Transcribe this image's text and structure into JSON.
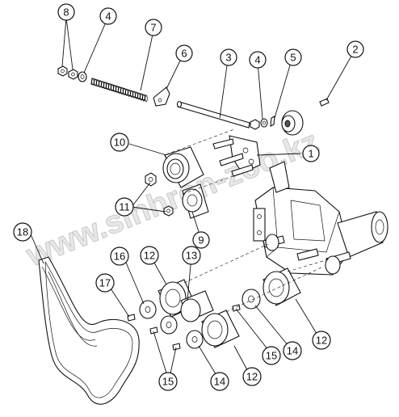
{
  "watermark": "www.sinhron-zoo.kz",
  "callouts": [
    {
      "id": "c8",
      "label": "8"
    },
    {
      "id": "c4a",
      "label": "4"
    },
    {
      "id": "c7",
      "label": "7"
    },
    {
      "id": "c6",
      "label": "6"
    },
    {
      "id": "c3",
      "label": "3"
    },
    {
      "id": "c4b",
      "label": "4"
    },
    {
      "id": "c5",
      "label": "5"
    },
    {
      "id": "c2",
      "label": "2"
    },
    {
      "id": "c10",
      "label": "10"
    },
    {
      "id": "c1",
      "label": "1"
    },
    {
      "id": "c11",
      "label": "11"
    },
    {
      "id": "c9",
      "label": "9"
    },
    {
      "id": "c18",
      "label": "18"
    },
    {
      "id": "c16",
      "label": "16"
    },
    {
      "id": "c12a",
      "label": "12"
    },
    {
      "id": "c13",
      "label": "13"
    },
    {
      "id": "c17",
      "label": "17"
    },
    {
      "id": "c12b",
      "label": "12"
    },
    {
      "id": "c14a",
      "label": "14"
    },
    {
      "id": "c15a",
      "label": "15"
    },
    {
      "id": "c15b",
      "label": "15"
    },
    {
      "id": "c14b",
      "label": "14"
    },
    {
      "id": "c12c",
      "label": "12"
    }
  ]
}
